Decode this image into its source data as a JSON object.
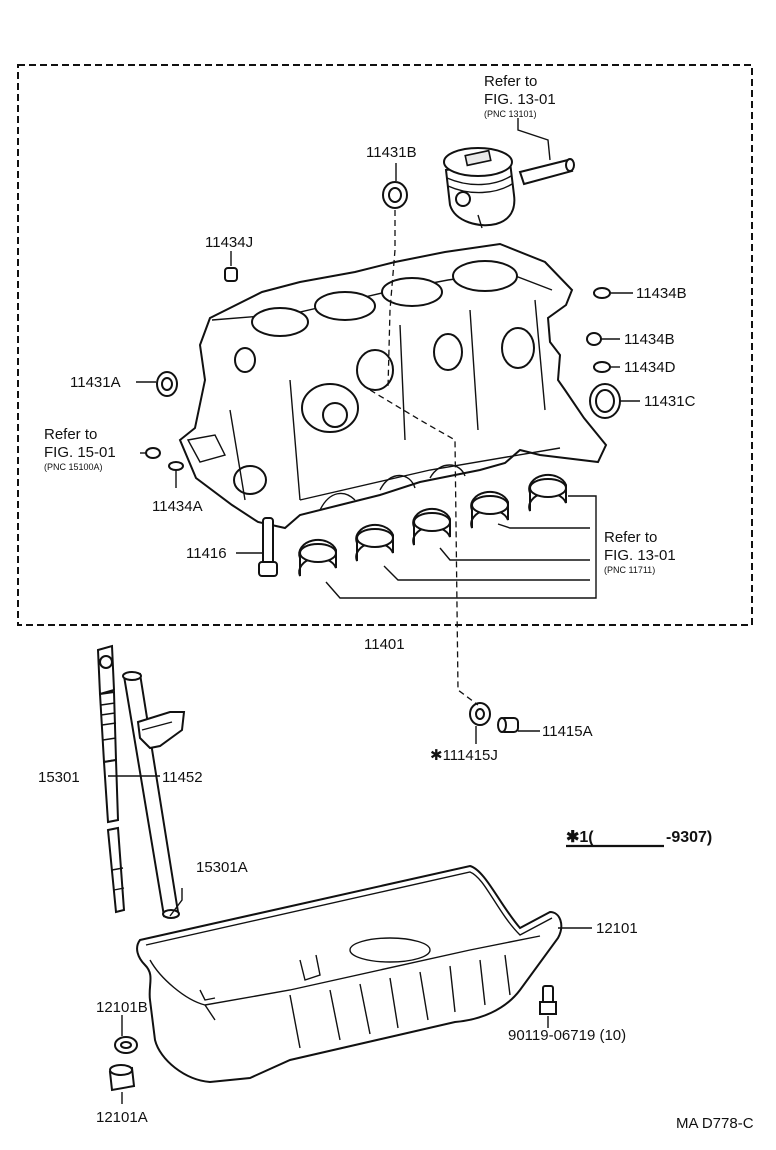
{
  "labels": {
    "refer_top_1": "Refer to",
    "refer_top_2": "FIG. 13-01",
    "refer_top_3": "(PNC 13101)",
    "p11431B": "11431B",
    "p11434J": "11434J",
    "p11434B_1": "11434B",
    "p11434B_2": "11434B",
    "p11434D": "11434D",
    "p11431C": "11431C",
    "p11431A": "11431A",
    "refer_left_1": "Refer to",
    "refer_left_2": "FIG. 15-01",
    "refer_left_3": "(PNC 15100A)",
    "p11434A": "11434A",
    "p11416": "11416",
    "refer_right_1": "Refer to",
    "refer_right_2": "FIG. 13-01",
    "refer_right_3": "(PNC 11711)",
    "p11401": "11401",
    "p11415A": "11415A",
    "p111415J": "✱111415J",
    "p15301": "15301",
    "p11452": "11452",
    "note_1": "✱1(",
    "note_2": "-9307)",
    "p15301A": "15301A",
    "p12101": "12101",
    "p12101B": "12101B",
    "p90119": "90119-06719 (10)",
    "p12101A": "12101A",
    "code": "MA D778-C"
  }
}
